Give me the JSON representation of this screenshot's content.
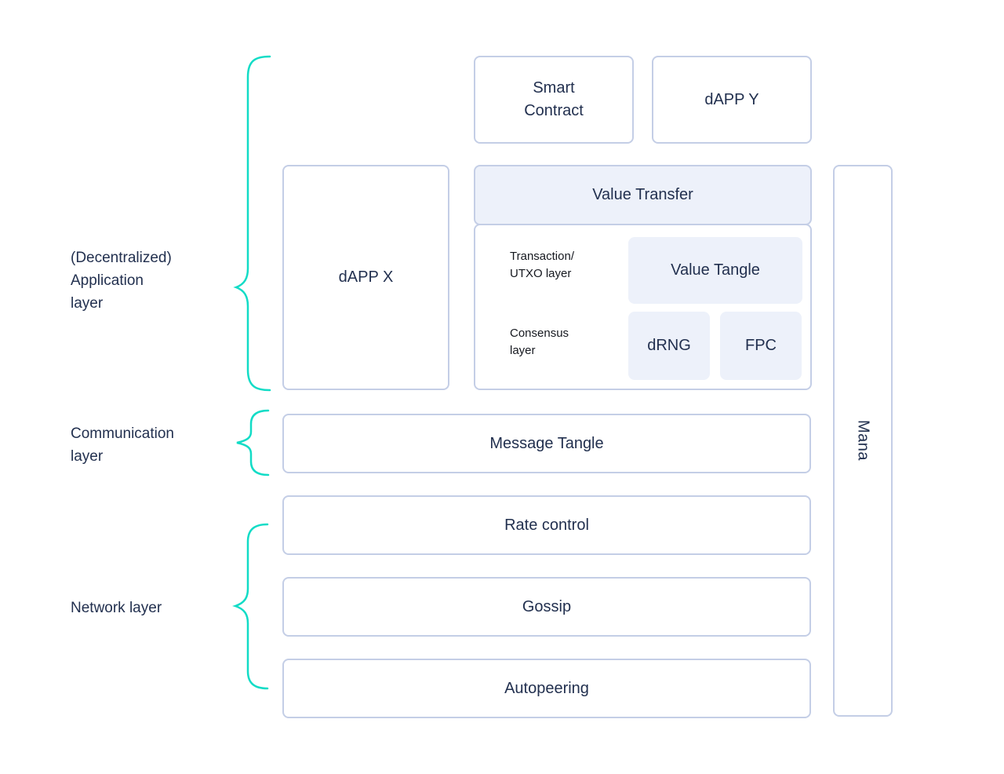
{
  "palette": {
    "background": "#ffffff",
    "box_border": "#c4cee6",
    "box_fill": "#ffffff",
    "tint_fill": "#edf1fa",
    "text_navy": "#22304f",
    "text_dark": "#15181f",
    "brace_teal": "#12dcc6"
  },
  "left_panel": {
    "application_label": "(Decentralized)\nApplication\nlayer",
    "communication_label": "Communication\nlayer",
    "network_label": "Network layer"
  },
  "application_layer": {
    "smart_contract": "Smart\nContract",
    "dapp_y": "dAPP Y",
    "dapp_x": "dAPP X",
    "value_transfer": {
      "title": "Value Transfer",
      "rows": [
        {
          "label": "Transaction/\nUTXO layer",
          "boxes": [
            "Value Tangle"
          ]
        },
        {
          "label": "Consensus\nlayer",
          "boxes": [
            "dRNG",
            "FPC"
          ]
        }
      ]
    }
  },
  "communication_layer": {
    "message_tangle": "Message Tangle"
  },
  "network_layer": {
    "rate_control": "Rate control",
    "gossip": "Gossip",
    "autopeering": "Autopeering"
  },
  "mana_label": "Mana"
}
